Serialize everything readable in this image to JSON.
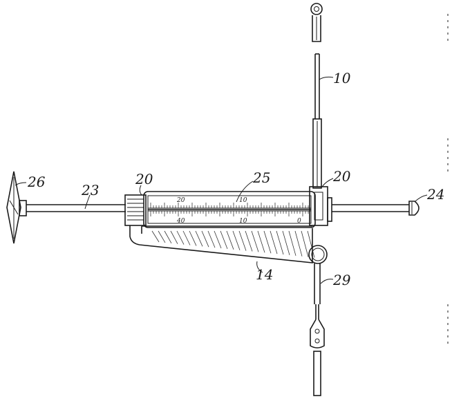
{
  "figure": {
    "colors": {
      "ink": "#1a1a1a",
      "paper": "#ffffff"
    },
    "labels": {
      "l10": "10",
      "l14": "14",
      "l20a": "20",
      "l20b": "20",
      "l23": "23",
      "l24": "24",
      "l25": "25",
      "l26": "26",
      "l29": "29"
    },
    "scale_marks": {
      "upper_20": "20",
      "upper_10": "10",
      "lower_40": "40",
      "lower_10": "10",
      "lower_0": "0"
    }
  }
}
